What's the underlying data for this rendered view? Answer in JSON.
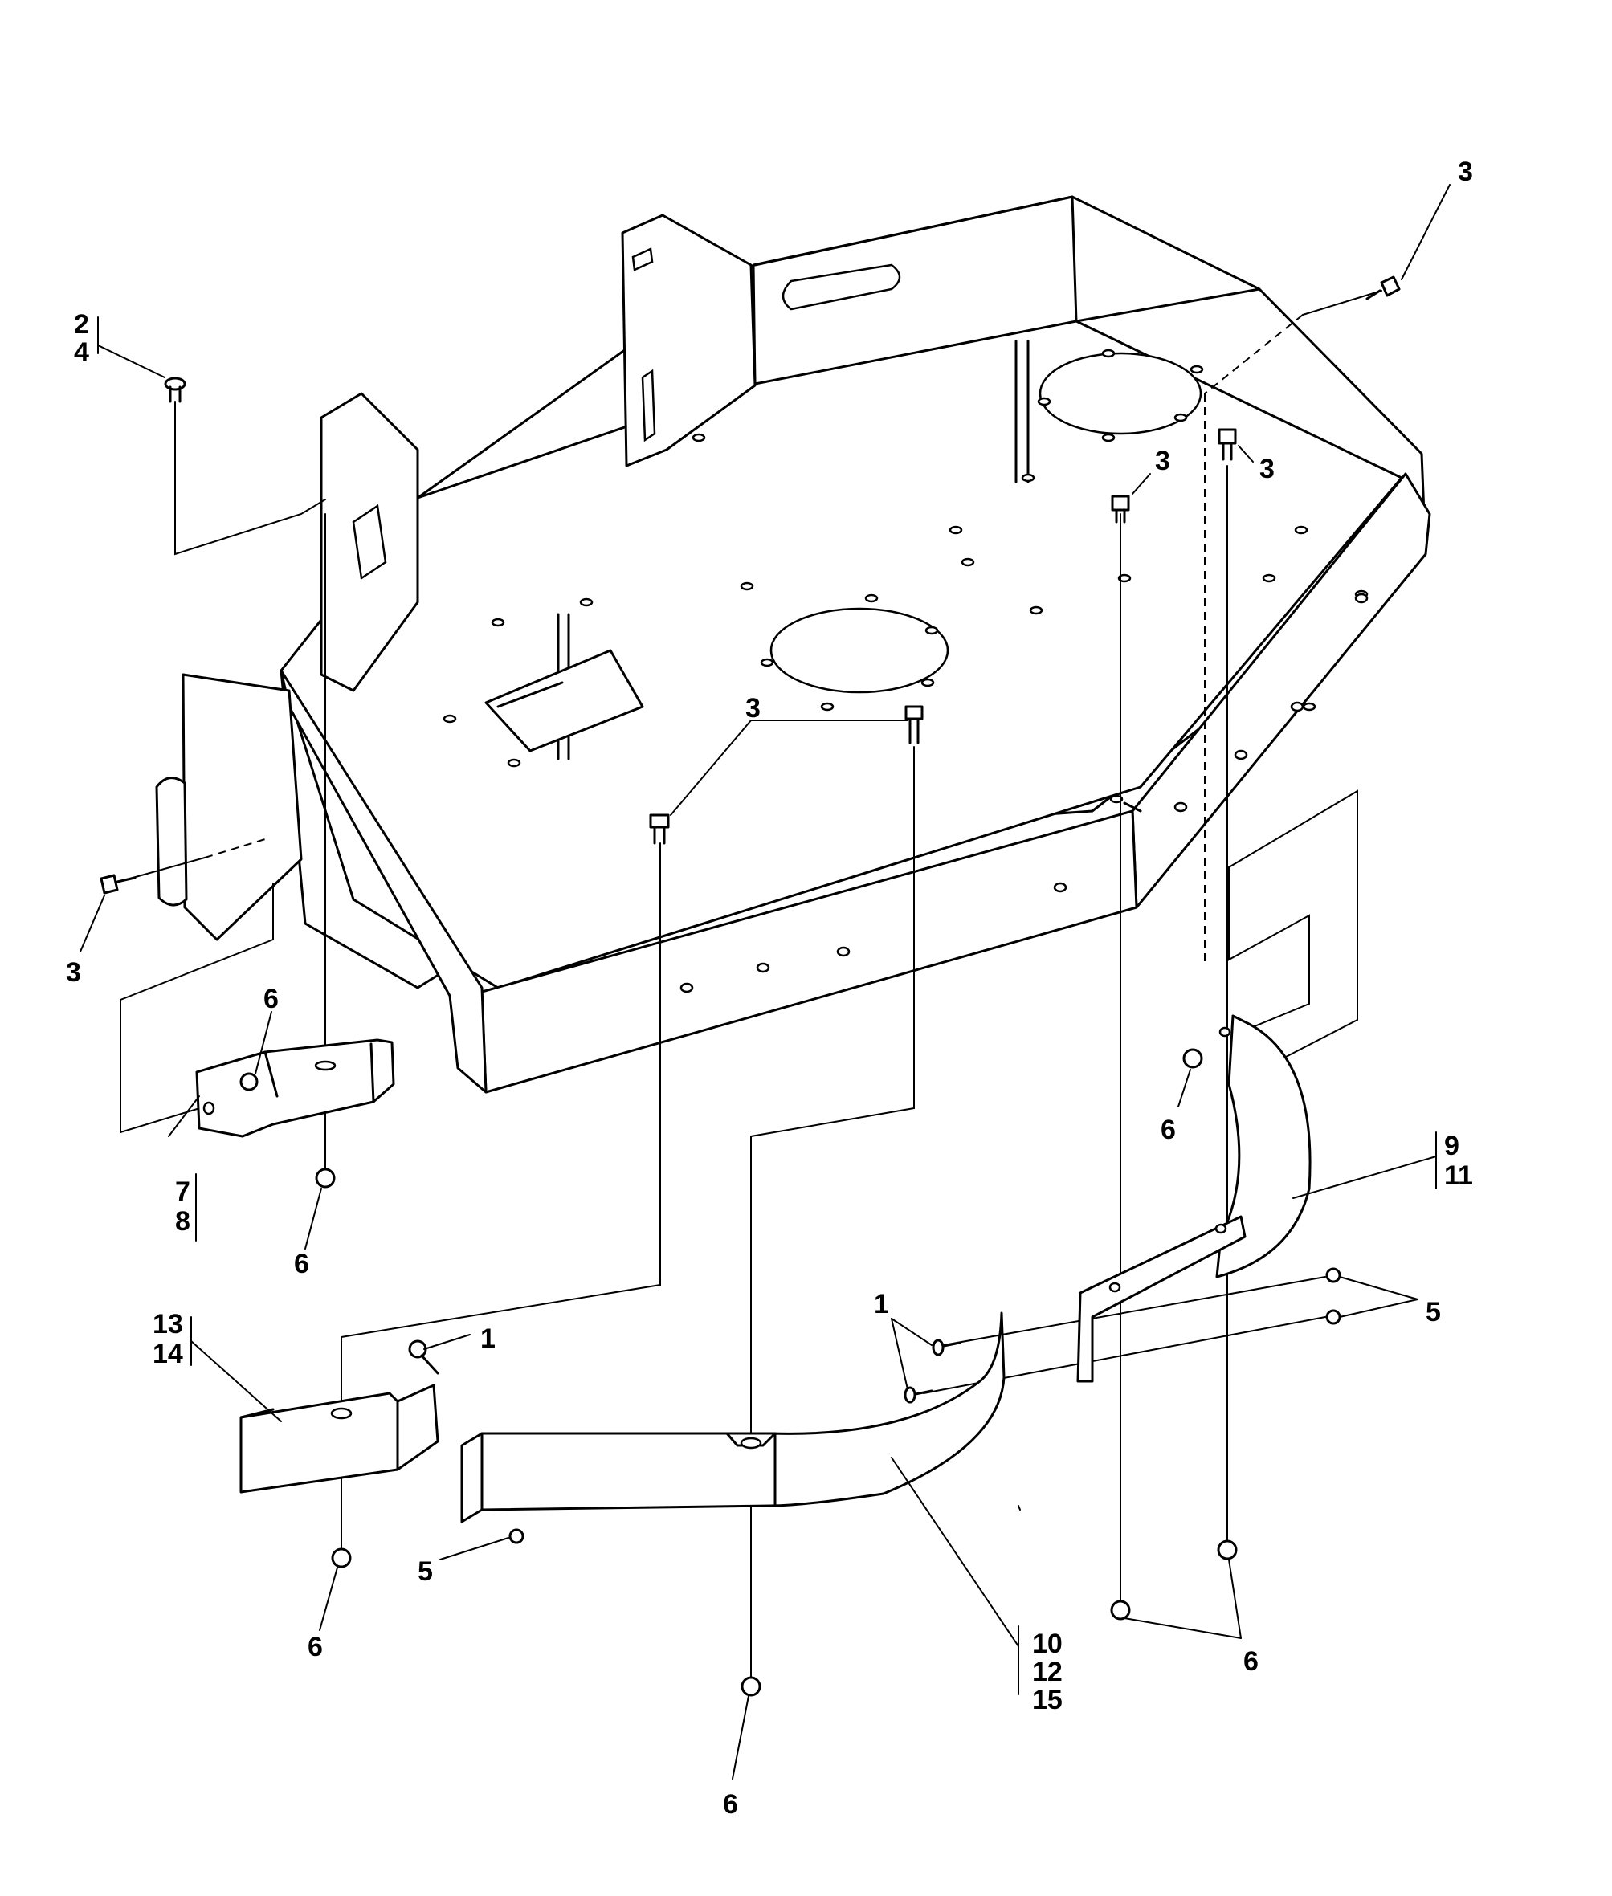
{
  "callouts": {
    "c_2_4": [
      "2",
      "4"
    ],
    "c_3_top_right": "3",
    "c_3_center_a": "3",
    "c_3_center_b": "3",
    "c_3_mid": "3",
    "c_3_left": "3",
    "c_6_upper_left": "6",
    "c_6_lower_left": "6",
    "c_6_right_upper": "6",
    "c_7_8": [
      "7",
      "8"
    ],
    "c_9_11": [
      "9",
      "11"
    ],
    "c_5_right": "5",
    "c_1_center": "1",
    "c_13_14": [
      "13",
      "14"
    ],
    "c_1_left": "1",
    "c_5_left": "5",
    "c_6_bottom_left": "6",
    "c_10_12_15": [
      "10",
      "12",
      "15"
    ],
    "c_6_bottom_right": "6",
    "c_6_bottom_center": "6"
  }
}
